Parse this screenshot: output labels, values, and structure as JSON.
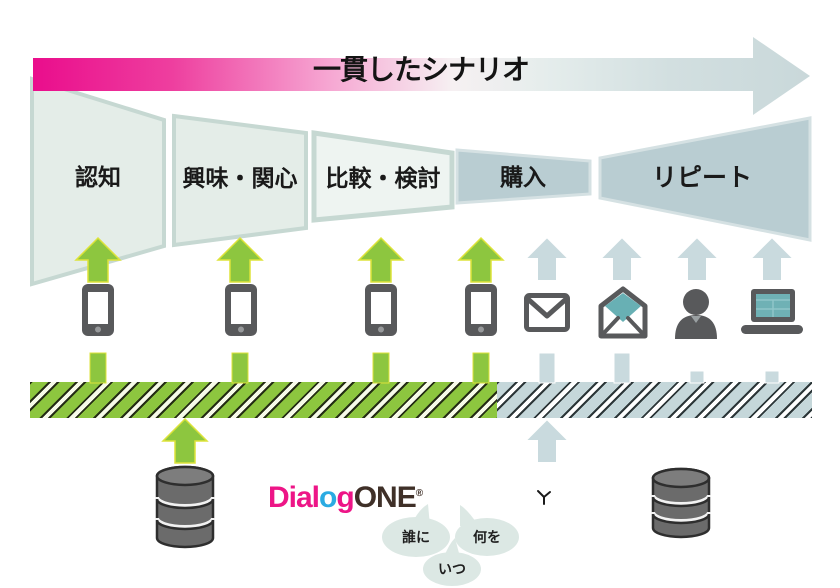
{
  "title_arrow": {
    "label": "一貫したシナリオ",
    "gradient_start": "#ec0f8c",
    "gradient_end": "#c9d8da"
  },
  "funnel_stages": [
    {
      "id": "awareness",
      "label": "認知"
    },
    {
      "id": "interest",
      "label": "興味・関心"
    },
    {
      "id": "comparison",
      "label": "比較・検討"
    },
    {
      "id": "purchase",
      "label": "購入"
    },
    {
      "id": "repeat",
      "label": "リピート"
    }
  ],
  "channel_icons": [
    "smartphone",
    "smartphone",
    "smartphone",
    "smartphone",
    "mail-closed",
    "mail-open",
    "customer-support",
    "laptop"
  ],
  "data_sources": [
    "database-left",
    "database-right"
  ],
  "logo": {
    "part1": "Dial",
    "part2": "o",
    "part3": "g",
    "part4": "ONE",
    "trademark": "®"
  },
  "speech_bubbles": [
    {
      "id": "who",
      "label": "誰に"
    },
    {
      "id": "what",
      "label": "何を"
    },
    {
      "id": "when",
      "label": "いつ"
    }
  ],
  "colors": {
    "green": "#8dc63f",
    "blue_gray": "#c9dade",
    "icon_gray": "#58595b",
    "funnel_light": "#e4ede8",
    "funnel_dark": "#b9cdd2",
    "magenta": "#ec0f8c",
    "teal": "#68b0b4"
  }
}
